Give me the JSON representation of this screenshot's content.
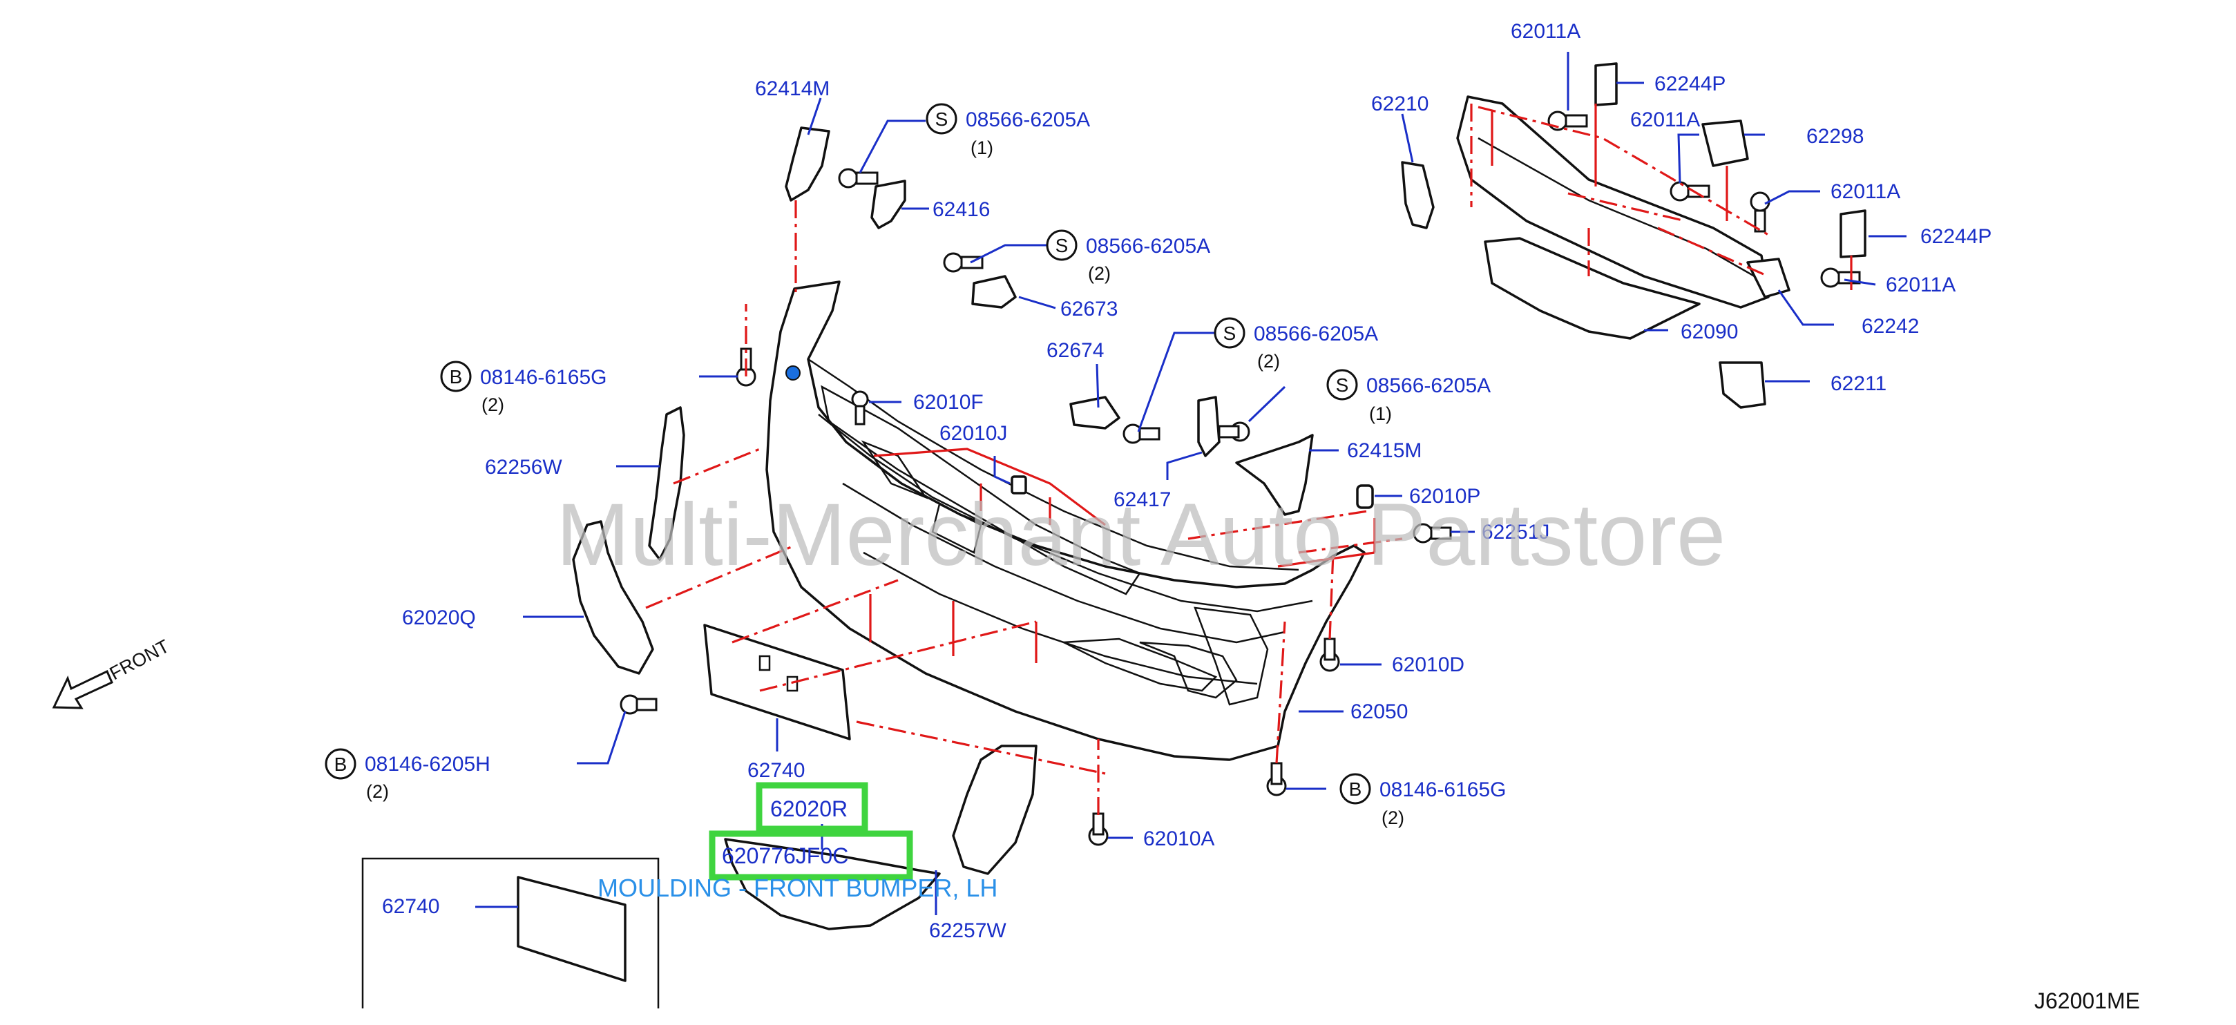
{
  "diagram": {
    "code": "J62001ME",
    "watermark": "Multi-Merchant Auto Partstore",
    "front_label": "FRONT",
    "highlight": {
      "part": "62020R",
      "part_number": "620776JF0C",
      "description": "MOULDING - FRONT BUMPER, LH"
    },
    "labels": {
      "p62414M": "62414M",
      "s1": "08566-6205A",
      "s1q": "(1)",
      "p62416": "62416",
      "s2": "08566-6205A",
      "s2q": "(2)",
      "p62673": "62673",
      "p62674": "62674",
      "s3": "08566-6205A",
      "s3q": "(2)",
      "s4": "08566-6205A",
      "s4q": "(1)",
      "b1": "08146-6165G",
      "b1q": "(2)",
      "p62010F": "62010F",
      "p62010J": "62010J",
      "p62256W": "62256W",
      "p62417": "62417",
      "p62415M": "62415M",
      "p62010P": "62010P",
      "p62251J": "62251J",
      "p62020Q": "62020Q",
      "p62010D": "62010D",
      "p62050": "62050",
      "b2": "08146-6205H",
      "b2q": "(2)",
      "p62740a": "62740",
      "b3": "08146-6165G",
      "b3q": "(2)",
      "p62010A": "62010A",
      "p62257W": "62257W",
      "p62740b": "62740",
      "p62011A_1": "62011A",
      "p62244P_1": "62244P",
      "p62210": "62210",
      "p62011A_2": "62011A",
      "p62298": "62298",
      "p62011A_3": "62011A",
      "p62244P_2": "62244P",
      "p62011A_4": "62011A",
      "p62090": "62090",
      "p62242": "62242",
      "p62211": "62211",
      "letter_S": "S",
      "letter_B": "B"
    }
  }
}
